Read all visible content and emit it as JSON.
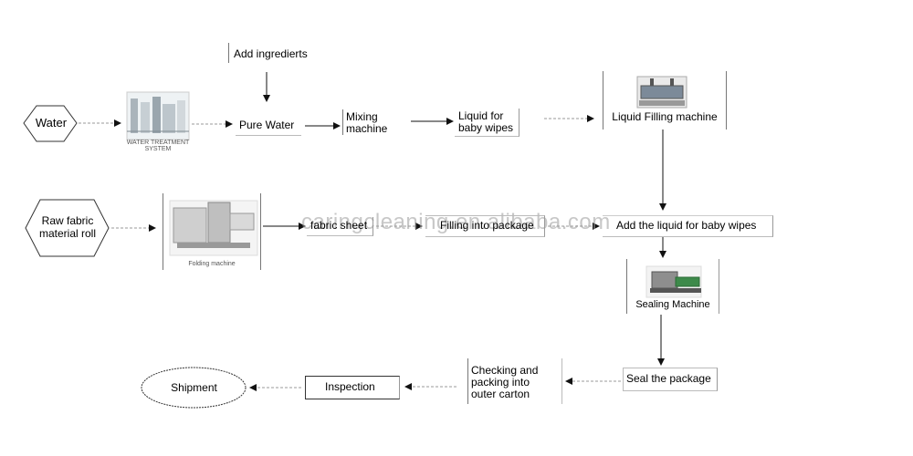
{
  "nodes": {
    "water": "Water",
    "water_caption": "WATER TREATMENT SYSTEM",
    "add_ingredients": "Add ingredierts",
    "pure_water": "Pure Water",
    "mixing_machine": "Mixing\nmachine",
    "liquid_for_baby_wipes": "Liquid for\nbaby wipes",
    "liquid_filling_machine": "Liquid Filling machine",
    "raw_fabric": "Raw fabric\nmaterial roll",
    "folding_machine": "Folding machine",
    "fabric_sheet": "fabric sheet",
    "filling_into_package": "Filling into package",
    "add_liquid": "Add the liquid for baby wipes",
    "sealing_machine": "Sealing Machine",
    "seal_package": "Seal the package",
    "checking_packing": "Checking and\npacking into\nouter carton",
    "inspection": "Inspection",
    "shipment": "Shipment"
  },
  "watermark": "caringcleaning.en.alibaba.com"
}
